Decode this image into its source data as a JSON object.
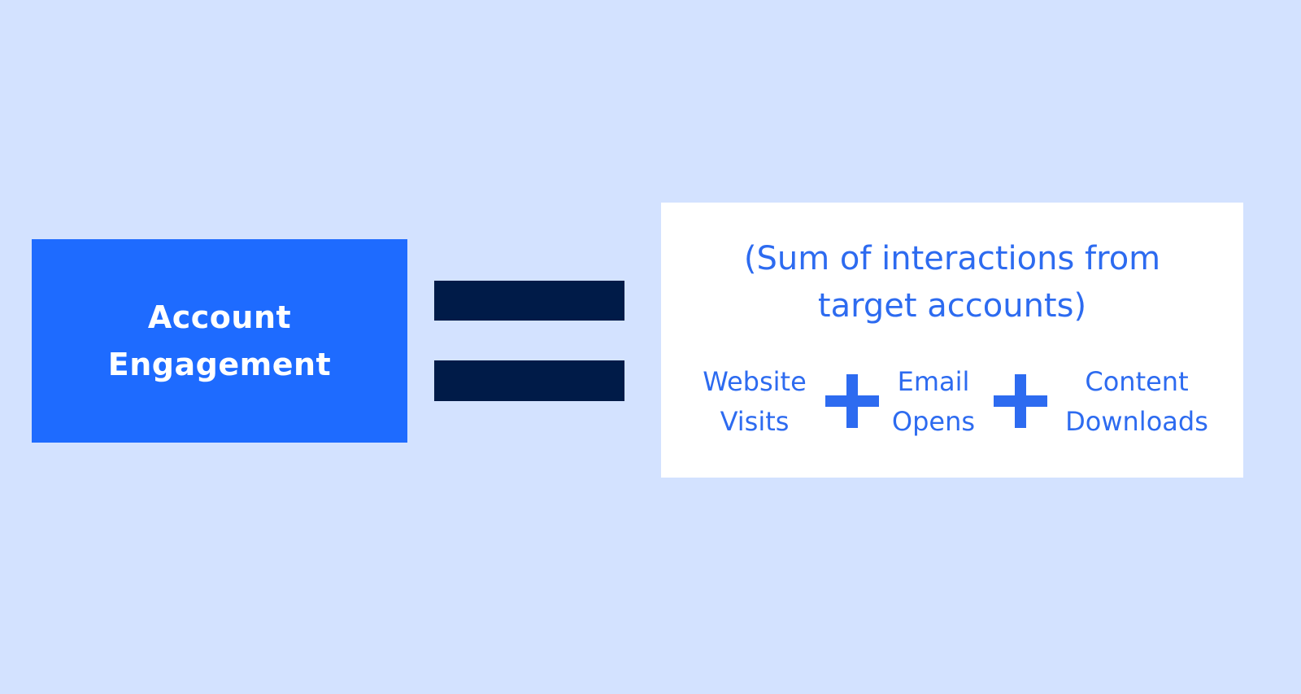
{
  "colors": {
    "background": "#D3E2FF",
    "lhs_box": "#1E6BFF",
    "equals_sign": "#001B48",
    "rhs_panel": "#FFFFFF",
    "rhs_text": "#2D6BF0"
  },
  "lhs": {
    "lines": [
      "Account",
      "Engagement"
    ]
  },
  "operator": "equals",
  "rhs": {
    "title_lines": [
      "(Sum of interactions from",
      "target accounts)"
    ],
    "terms": [
      {
        "lines": [
          "Website",
          "Visits"
        ]
      },
      {
        "lines": [
          "Email",
          "Opens"
        ]
      },
      {
        "lines": [
          "Content",
          "Downloads"
        ]
      }
    ],
    "joiner": "plus"
  }
}
